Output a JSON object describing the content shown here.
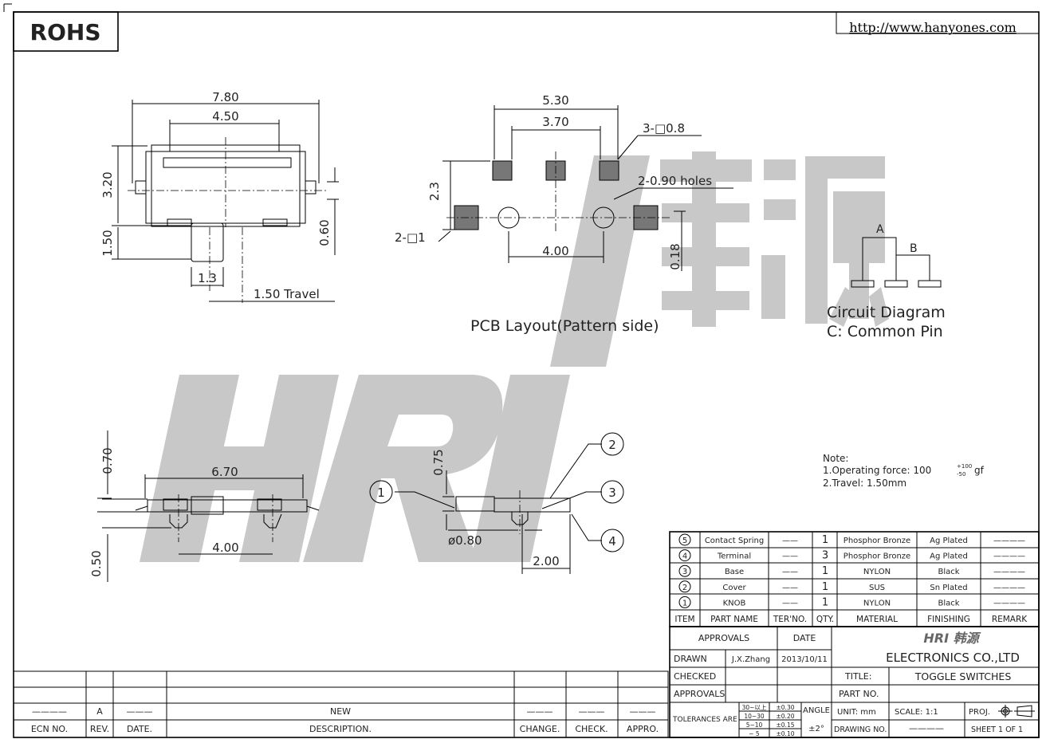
{
  "header": {
    "rohs": "ROHS",
    "url": "http://www.hanyones.com"
  },
  "watermark": {
    "brand": "HRI",
    "chinese": "韩源"
  },
  "top_view": {
    "dims": [
      "7.80",
      "4.50",
      "3.20",
      "1.50",
      "0.60",
      "1.3",
      "1.50 Travel"
    ]
  },
  "pcb_layout": {
    "dims": [
      "5.30",
      "3.70",
      "3-□0.8",
      "2.3",
      "2-0.90 holes",
      "2-□1",
      "4.00",
      "0.18"
    ],
    "caption": "PCB Layout(Pattern side)"
  },
  "circuit": {
    "label_a": "A",
    "label_b": "B",
    "caption": "Circuit Diagram",
    "subcaption": "C: Common Pin"
  },
  "front_view": {
    "dims": [
      "0.70",
      "6.70",
      "4.00",
      "0.50"
    ]
  },
  "side_view": {
    "dims": [
      "0.75",
      "ø0.80",
      "2.00"
    ],
    "callouts": [
      "1",
      "2",
      "3",
      "4"
    ]
  },
  "notes": {
    "title": "Note:",
    "line1": "1.Operating force: 100",
    "line1_tol_plus": "+100",
    "line1_tol_minus": "-50",
    "line1_unit": "gf",
    "line2": "2.Travel: 1.50mm"
  },
  "bom": {
    "headers": [
      "ITEM",
      "PART NAME",
      "TER'NO.",
      "QTY.",
      "MATERIAL",
      "FINISHING",
      "REMARK"
    ],
    "rows": [
      {
        "item": "5",
        "part": "Contact Spring",
        "ter": "——",
        "qty": "1",
        "material": "Phosphor Bronze",
        "finish": "Ag Plated",
        "remark": "————"
      },
      {
        "item": "4",
        "part": "Terminal",
        "ter": "——",
        "qty": "3",
        "material": "Phosphor Bronze",
        "finish": "Ag Plated",
        "remark": "————"
      },
      {
        "item": "3",
        "part": "Base",
        "ter": "——",
        "qty": "1",
        "material": "NYLON",
        "finish": "Black",
        "remark": "————"
      },
      {
        "item": "2",
        "part": "Cover",
        "ter": "——",
        "qty": "1",
        "material": "SUS",
        "finish": "Sn Plated",
        "remark": "————"
      },
      {
        "item": "1",
        "part": "KNOB",
        "ter": "——",
        "qty": "1",
        "material": "NYLON",
        "finish": "Black",
        "remark": "————"
      }
    ]
  },
  "title_block": {
    "approvals": "APPROVALS",
    "date": "DATE",
    "drawn": "DRAWN",
    "drawn_by": "J.X.Zhang",
    "drawn_date": "2013/10/11",
    "checked": "CHECKED",
    "approvals2": "APPROVALS",
    "company_logo": "HRI 韩源",
    "company": "ELECTRONICS CO.,LTD",
    "title_label": "TITLE:",
    "title": "TOGGLE SWITCHES",
    "part_no_label": "PART NO.",
    "tolerances": "TOLERANCES ARE",
    "tol_ranges": [
      "30~以上",
      "10~30",
      "5~10",
      "~ 5"
    ],
    "tol_values": [
      "±0.30",
      "±0.20",
      "±0.15",
      "±0.10"
    ],
    "angle": "ANGLE",
    "angle_tol": "±2°",
    "unit": "UNIT: mm",
    "scale": "SCALE:  1:1",
    "proj": "PROJ.",
    "drawing_no_label": "DRAWING NO.",
    "drawing_no": "————",
    "sheet": "SHEET  1  OF  1"
  },
  "revision": {
    "row": [
      "————",
      "A",
      "———",
      "NEW",
      "———",
      "———",
      "———"
    ],
    "headers": [
      "ECN NO.",
      "REV.",
      "DATE.",
      "DESCRIPTION.",
      "CHANGE.",
      "CHECK.",
      "APPRO."
    ]
  }
}
